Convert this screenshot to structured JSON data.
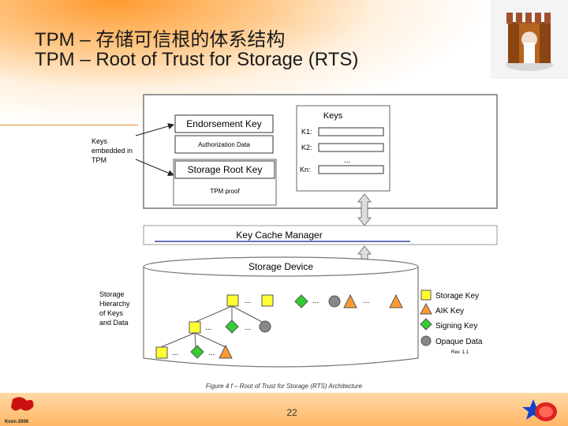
{
  "title": {
    "line1": "TPM – 存储可信根的体系结构",
    "line2": "TPM – Root of Trust for Storage (RTS)"
  },
  "diagram": {
    "keys_embedded_label": [
      "Keys",
      "embedded in",
      "TPM"
    ],
    "endorsement_key": "Endorsement Key",
    "authorization_data": "Authorization Data",
    "storage_root_key": "Storage Root Key",
    "tpm_proof": "TPM proof",
    "keys_title": "Keys",
    "key_slots": [
      "K1:",
      "K2:",
      "Kn:"
    ],
    "ellipsis": "...",
    "key_cache_manager": "Key Cache Manager",
    "storage_device": "Storage Device",
    "storage_hierarchy_label": [
      "Storage",
      "Hierarchy",
      "of Keys",
      "and Data"
    ],
    "legend": [
      {
        "shape": "square",
        "label": "Storage Key"
      },
      {
        "shape": "triangle",
        "label": "AIK Key"
      },
      {
        "shape": "diamond",
        "label": "Signing Key"
      },
      {
        "shape": "circle",
        "label": "Opaque Data"
      }
    ],
    "revision": "Rev. 1.1",
    "caption": "Figure 4 f – Root of Trust for Storage (RTS) Architecture",
    "colors": {
      "square": "#ffff33",
      "triangle": "#ff9933",
      "diamond": "#33cc33",
      "circle": "#888888"
    }
  },
  "footer": {
    "page_number": "22",
    "left_logo_text": "Kxon 2006"
  }
}
